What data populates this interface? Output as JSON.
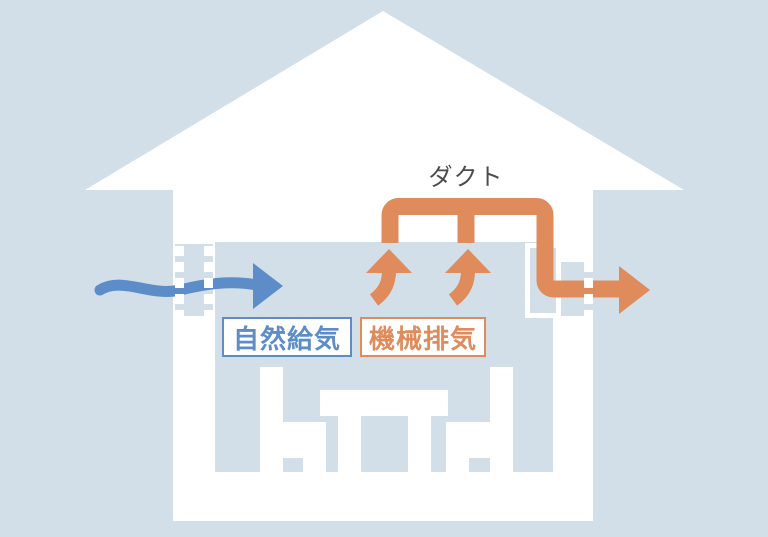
{
  "diagram": {
    "labels": {
      "duct": "ダクト",
      "natural_supply": "自然給気",
      "mechanical_exhaust": "機械排気"
    },
    "icons": {
      "supply_airflow": "wavy-right-arrow",
      "exhaust_up_left": "curved-up-arrow",
      "exhaust_up_right": "curved-up-arrow",
      "exhaust_outlet": "right-arrow",
      "left_vent": "dashed-wall-vent",
      "right_vent": "dashed-wall-vent",
      "fan_unit": "wall-fan-box"
    }
  },
  "colors": {
    "background": "#d3dfe8",
    "house_white": "#ffffff",
    "supply_blue": "#5c8dc9",
    "exhaust_orange": "#e08b5c",
    "duct_label_gray": "#4c4c4c"
  }
}
